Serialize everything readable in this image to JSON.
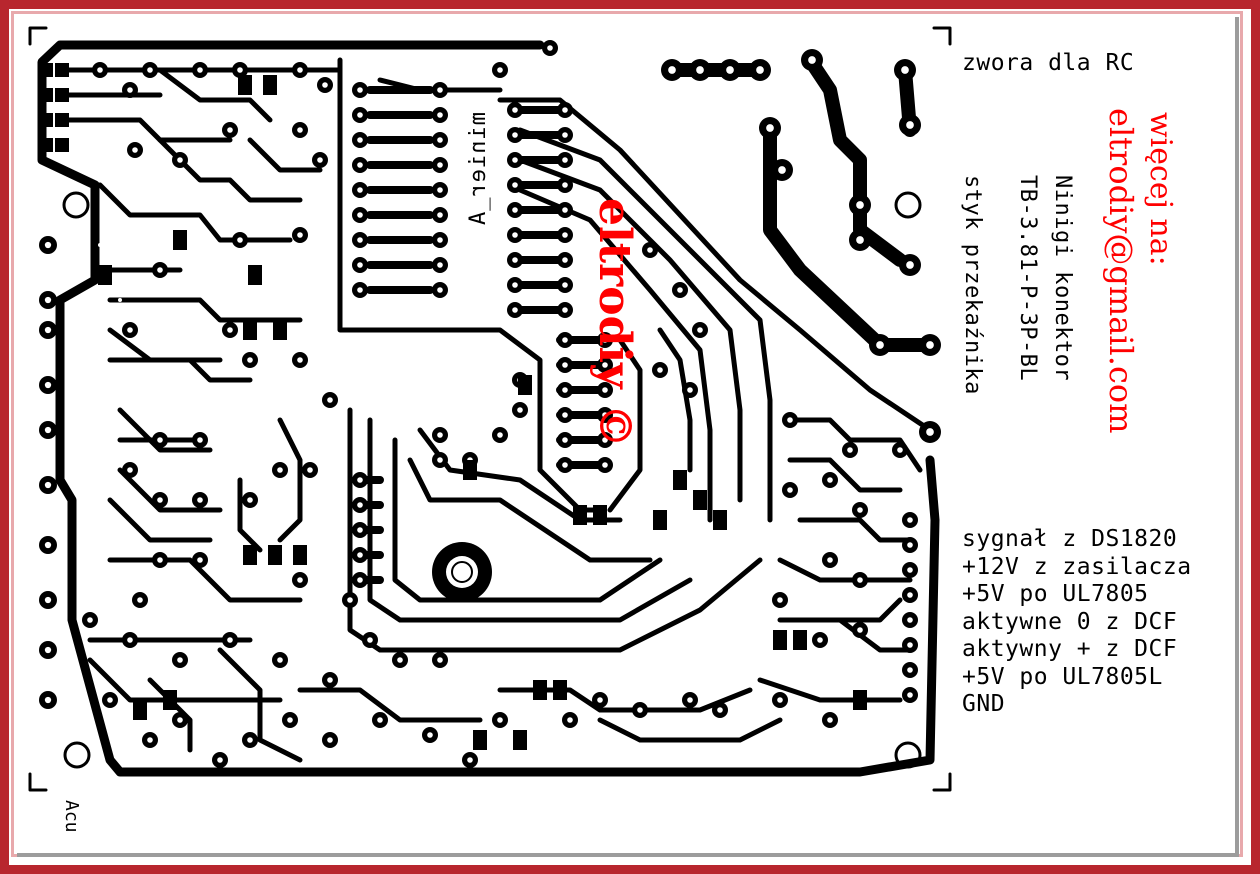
{
  "board": {
    "jumper_label": "zwora dla RC",
    "connector_lines": [
      "Ninigi konektor",
      "TB-3.81-P-3P-BL",
      "styk przekaźnika"
    ],
    "signal_labels": [
      "sygnał z DS1820",
      "+12V z zasilacza",
      "+5V po UL7805",
      "aktywne 0 z DCF",
      "aktywny + z DCF",
      "+5V po UL7805L",
      "GND"
    ],
    "mirrored_label": "minier_A",
    "bottom_label": "Acu"
  },
  "watermark": {
    "more_label": "więcej na:",
    "email": "eltrodiy@gmail.com",
    "brand": "eltrodiy ©"
  },
  "colors": {
    "frame": "#b8262e",
    "copper": "#000000",
    "watermark": "#ff0000"
  }
}
